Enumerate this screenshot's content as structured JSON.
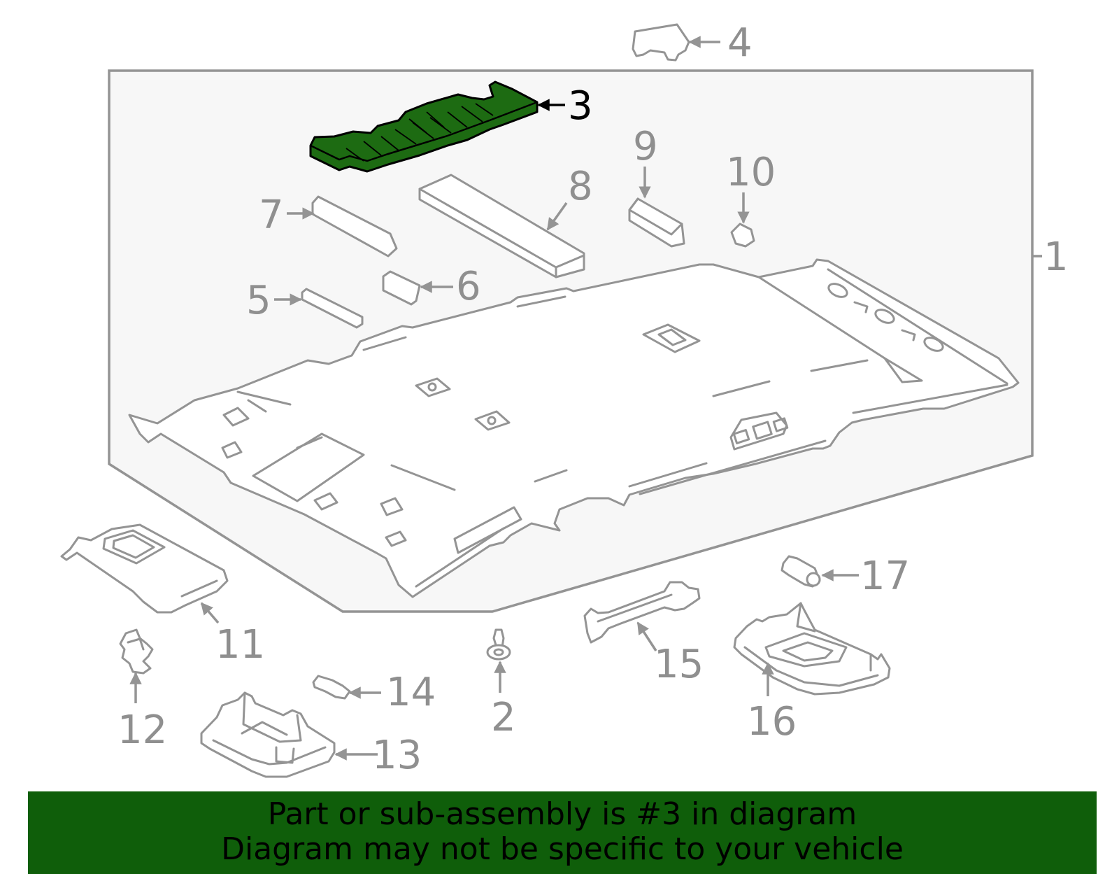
{
  "callouts": {
    "c1": "1",
    "c2": "2",
    "c3": "3",
    "c4": "4",
    "c5": "5",
    "c6": "6",
    "c7": "7",
    "c8": "8",
    "c9": "9",
    "c10": "10",
    "c11": "11",
    "c12": "12",
    "c13": "13",
    "c14": "14",
    "c15": "15",
    "c16": "16",
    "c17": "17"
  },
  "highlighted_part": "3",
  "colors": {
    "highlight_fill": "#1d6b12",
    "banner_background": "#0f5e0a",
    "line_gray": "#949494",
    "assembly_fill": "#f7f7f7"
  },
  "banner": {
    "line1": "Part or sub-assembly is #3 in diagram",
    "line2": "Diagram may not be specific to your vehicle"
  }
}
